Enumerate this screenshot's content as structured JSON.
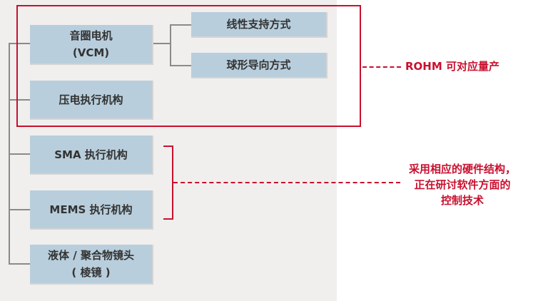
{
  "diagram": {
    "tree": {
      "vcm": {
        "line1": "音圈电机",
        "line2": "(VCM)"
      },
      "linear": "线性支持方式",
      "ball": "球形导向方式",
      "piezo": "压电执行机构",
      "sma": "SMA 执行机构",
      "mems": "MEMS 执行机构",
      "liquid": {
        "line1": "液体 / 聚合物镜头",
        "line2": "( 棱镜 )"
      }
    },
    "annotations": {
      "rohm": "ROHM 可对应量产",
      "research": [
        "采用相应的硬件结构，",
        "正在研讨软件方面的",
        "控制技术"
      ]
    },
    "colors": {
      "box_fill": "#b8cedc",
      "accent_red": "#c8102e",
      "connector": "#8a8a8a",
      "panel_bg": "#f0efee"
    }
  }
}
